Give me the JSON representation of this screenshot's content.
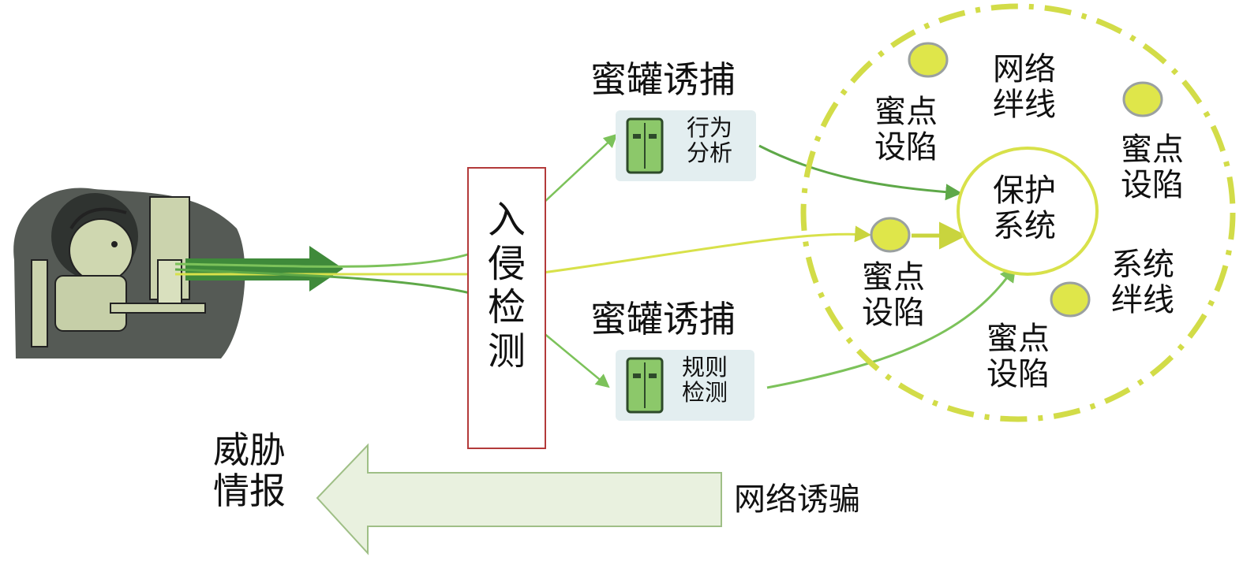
{
  "intrusion_detection": {
    "label": "入\n侵\n检\n测"
  },
  "honeypots": [
    {
      "title": "蜜罐诱捕",
      "module": "行为\n分析"
    },
    {
      "title": "蜜罐诱捕",
      "module": "规则\n检测"
    }
  ],
  "protected_zone": {
    "core": "保护\n系统",
    "network_tripwire": "网络\n绊线",
    "system_tripwire": "系统\n绊线",
    "honeypoint_traps": [
      "蜜点\n设陷",
      "蜜点\n设陷",
      "蜜点\n设陷",
      "蜜点\n设陷"
    ]
  },
  "threat_intel": {
    "label": "威胁\n情报"
  },
  "network_deception": {
    "label": "网络诱骗"
  },
  "colors": {
    "dark_green": "#3f8a3a",
    "light_green": "#7cc25a",
    "yellow_green": "#d8e14a",
    "dashed_ring": "#d2dc48",
    "honey_dot": "#dfe64a",
    "ids_border": "#b33a3a",
    "big_arrow_fill": "#e9f1df",
    "server_bg": "#e3eef0"
  },
  "icons": [
    "hacker-illustration",
    "server-icon"
  ]
}
